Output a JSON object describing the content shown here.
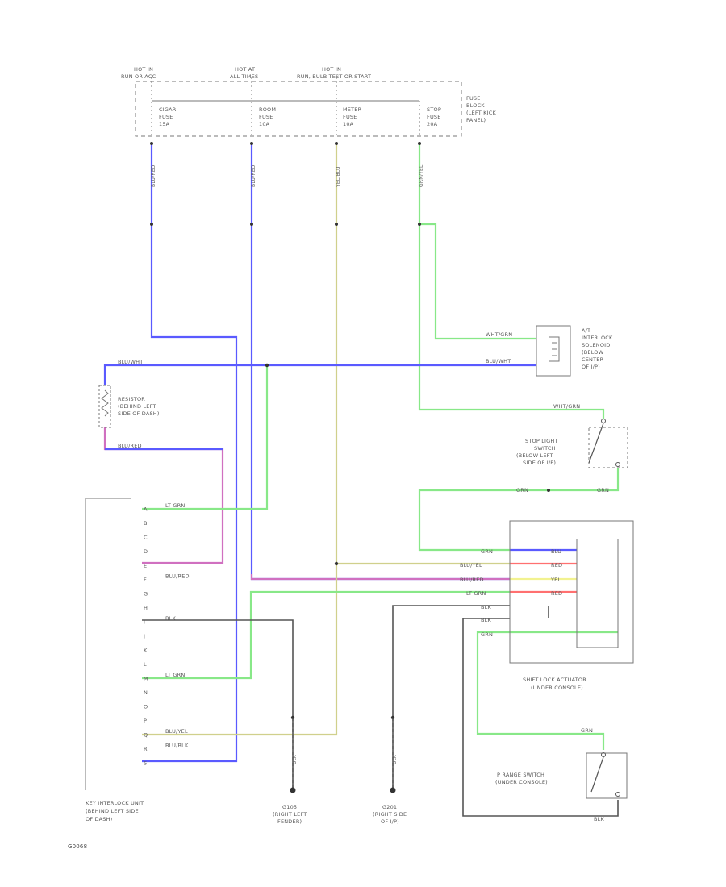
{
  "fuse_block": {
    "hot_labels": [
      {
        "line1": "HOT IN",
        "line2": "RUN OR ACC"
      },
      {
        "line1": "HOT AT",
        "line2": "ALL TIMES"
      },
      {
        "line1": "HOT IN",
        "line2": "RUN, BULB TEST OR START"
      }
    ],
    "fuses": [
      {
        "name": "CIGAR",
        "line2": "FUSE",
        "amps": "15A"
      },
      {
        "name": "ROOM",
        "line2": "FUSE",
        "amps": "10A"
      },
      {
        "name": "METER",
        "line2": "FUSE",
        "amps": "10A"
      },
      {
        "name": "STOP",
        "line2": "FUSE",
        "amps": "20A"
      }
    ],
    "location": [
      "FUSE",
      "BLOCK",
      "(LEFT KICK",
      "PANEL)"
    ]
  },
  "fuse_wires": [
    "BLU/RED",
    "BLU/RED",
    "YEL/BLU",
    "GRN/YEL"
  ],
  "components": {
    "interlock_solenoid": [
      "A/T",
      "INTERLOCK",
      "SOLENOID",
      "(BELOW",
      "CENTER",
      "OF I/P)"
    ],
    "resistor": [
      "RESISTOR",
      "(BEHIND LEFT",
      "SIDE OF DASH)"
    ],
    "stop_light_switch": [
      "STOP LIGHT",
      "SWITCH",
      "(BELOW LEFT",
      "SIDE OF I/P)"
    ],
    "shift_lock_actuator": [
      "SHIFT LOCK ACTUATOR",
      "(UNDER CONSOLE)"
    ],
    "p_range_switch": [
      "P RANGE SWITCH",
      "(UNDER CONSOLE)"
    ],
    "key_interlock_unit": [
      "KEY INTERLOCK UNIT",
      "(BEHIND LEFT SIDE",
      "OF DASH)"
    ],
    "g105": [
      "G105",
      "(RIGHT LEFT",
      "FENDER)"
    ],
    "g201": [
      "G201",
      "(RIGHT SIDE",
      "OF I/P)"
    ]
  },
  "wire_labels": {
    "solenoid_top": "WHT/GRN",
    "solenoid_bottom": "BLU/WHT",
    "resistor_top": "BLU/WHT",
    "resistor_bottom": "BLU/RED",
    "stop_top": "WHT/GRN",
    "stop_left": "GRN",
    "stop_right": "GRN",
    "ground_g105": "BLK",
    "ground_g201": "BLK",
    "p_range_top": "GRN",
    "p_range_bottom": "BLK"
  },
  "key_unit_pins": [
    {
      "pin": "A",
      "wire": "LT GRN"
    },
    {
      "pin": "B",
      "wire": ""
    },
    {
      "pin": "C",
      "wire": ""
    },
    {
      "pin": "D",
      "wire": ""
    },
    {
      "pin": "E",
      "wire": ""
    },
    {
      "pin": "F",
      "wire": "BLU/RED"
    },
    {
      "pin": "G",
      "wire": ""
    },
    {
      "pin": "H",
      "wire": ""
    },
    {
      "pin": "I",
      "wire": "BLK"
    },
    {
      "pin": "J",
      "wire": ""
    },
    {
      "pin": "K",
      "wire": ""
    },
    {
      "pin": "L",
      "wire": ""
    },
    {
      "pin": "M",
      "wire": "LT GRN"
    },
    {
      "pin": "N",
      "wire": ""
    },
    {
      "pin": "O",
      "wire": ""
    },
    {
      "pin": "P",
      "wire": ""
    },
    {
      "pin": "Q",
      "wire": "BLU/YEL"
    },
    {
      "pin": "R",
      "wire": "BLU/BLK"
    },
    {
      "pin": "S",
      "wire": ""
    }
  ],
  "actuator_rows": [
    {
      "left": "GRN",
      "right": "BLU"
    },
    {
      "left": "BLU/YEL",
      "right": "RED"
    },
    {
      "left": "BLU/RED",
      "right": "YEL"
    },
    {
      "left": "LT GRN",
      "right": "RED"
    },
    {
      "left": "BLK",
      "right": ""
    },
    {
      "left": "BLK",
      "right": ""
    },
    {
      "left": "GRN",
      "right": ""
    }
  ],
  "figure_id": "G0068",
  "colors": {
    "blue": "#5a5aff",
    "green": "#88e888",
    "yellow": "#d0d08c",
    "red": "#ff7070",
    "pink": "#d070c0",
    "gray": "#555555",
    "connector": "#333333"
  }
}
